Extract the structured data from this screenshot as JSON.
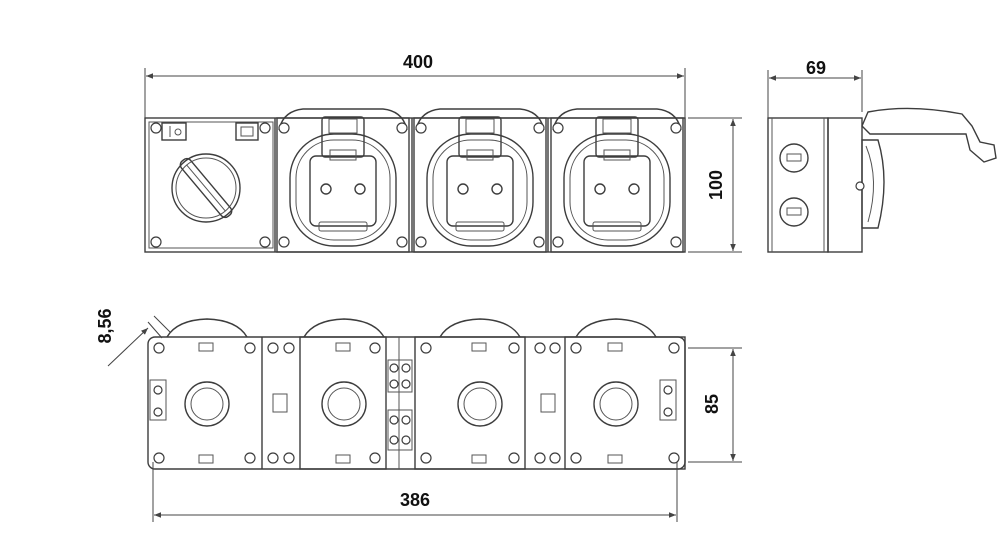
{
  "dimensions": {
    "overall_length": "400",
    "depth": "69",
    "height": "100",
    "back_height": "85",
    "mounting_distance": "386",
    "mounting_hole": "8,56"
  }
}
